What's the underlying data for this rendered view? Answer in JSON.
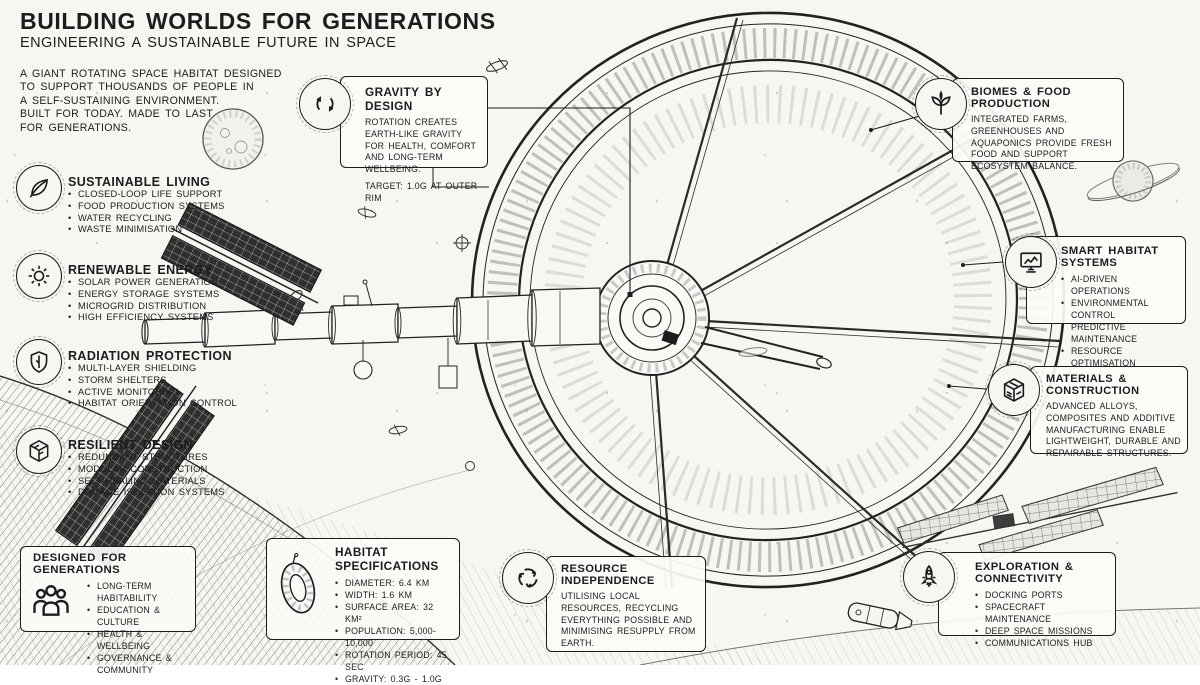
{
  "colors": {
    "ink": "#1c1c1e",
    "paper": "#f8f6f1",
    "box_bg": "#fcfbf7"
  },
  "header": {
    "title": "BUILDING WORLDS FOR GENERATIONS",
    "subtitle": "ENGINEERING A SUSTAINABLE FUTURE IN SPACE",
    "intro_lines": [
      "A GIANT ROTATING SPACE HABITAT DESIGNED",
      "TO SUPPORT THOUSANDS OF PEOPLE IN",
      "A SELF-SUSTAINING ENVIRONMENT.",
      "BUILT FOR TODAY. MADE TO LAST",
      "FOR GENERATIONS."
    ]
  },
  "left_sections": [
    {
      "icon": "leaf-icon",
      "title": "SUSTAINABLE LIVING",
      "bullets": [
        "CLOSED-LOOP LIFE SUPPORT",
        "FOOD PRODUCTION SYSTEMS",
        "WATER RECYCLING",
        "WASTE MINIMISATION"
      ]
    },
    {
      "icon": "sun-icon",
      "title": "RENEWABLE ENERGY",
      "bullets": [
        "SOLAR POWER GENERATION",
        "ENERGY STORAGE SYSTEMS",
        "MICROGRID DISTRIBUTION",
        "HIGH EFFICIENCY SYSTEMS"
      ]
    },
    {
      "icon": "shield-icon",
      "title": "RADIATION PROTECTION",
      "bullets": [
        "MULTI-LAYER SHIELDING",
        "STORM SHELTERS",
        "ACTIVE MONITORING",
        "HABITAT ORIENTATION CONTROL"
      ]
    },
    {
      "icon": "cube-icon",
      "title": "RESILIENT DESIGN",
      "bullets": [
        "REDUNDANT STRUCTURES",
        "MODULAR CONSTRUCTION",
        "SELF-HEALING MATERIALS",
        "DAMAGE ISOLATION SYSTEMS"
      ]
    }
  ],
  "generations_box": {
    "icon": "people-icon",
    "title": "DESIGNED FOR GENERATIONS",
    "bullets": [
      "LONG-TERM HABITABILITY",
      "EDUCATION & CULTURE",
      "HEALTH & WELLBEING",
      "GOVERNANCE & COMMUNITY"
    ]
  },
  "specs_box": {
    "icon": "torus-icon",
    "title": "HABITAT SPECIFICATIONS",
    "bullets": [
      "DIAMETER: 6.4 KM",
      "WIDTH: 1.6 KM",
      "SURFACE AREA: 32 KM²",
      "POPULATION: 5,000-10,000",
      "ROTATION PERIOD: 45 SEC",
      "GRAVITY: 0.3G - 1.0G"
    ]
  },
  "gravity_box": {
    "icon": "rotation-icon",
    "title": "GRAVITY BY DESIGN",
    "body": "ROTATION CREATES EARTH-LIKE GRAVITY FOR HEALTH, COMFORT AND LONG-TERM WELLBEING.",
    "target": "TARGET: 1.0G AT OUTER RIM"
  },
  "resource_box": {
    "icon": "recycle-icon",
    "title": "RESOURCE INDEPENDENCE",
    "body": "UTILISING LOCAL RESOURCES, RECYCLING EVERYTHING POSSIBLE AND MINIMISING RESUPPLY FROM EARTH."
  },
  "biomes_box": {
    "icon": "plant-icon",
    "title": "BIOMES & FOOD PRODUCTION",
    "body": "INTEGRATED FARMS, GREENHOUSES AND AQUAPONICS PROVIDE FRESH FOOD AND SUPPORT ECOSYSTEM BALANCE."
  },
  "smart_box": {
    "icon": "monitor-icon",
    "title": "SMART HABITAT SYSTEMS",
    "bullets": [
      "AI-DRIVEN OPERATIONS",
      "ENVIRONMENTAL CONTROL",
      "PREDICTIVE MAINTENANCE",
      "RESOURCE OPTIMISATION"
    ]
  },
  "materials_box": {
    "icon": "box-icon",
    "title": "MATERIALS & CONSTRUCTION",
    "body": "ADVANCED ALLOYS, COMPOSITES AND ADDITIVE MANUFACTURING ENABLE LIGHTWEIGHT, DURABLE AND REPAIRABLE STRUCTURES."
  },
  "exploration_box": {
    "icon": "rocket-icon",
    "title": "EXPLORATION & CONNECTIVITY",
    "bullets": [
      "DOCKING PORTS",
      "SPACECRAFT MAINTENANCE",
      "DEEP SPACE MISSIONS",
      "COMMUNICATIONS HUB"
    ]
  }
}
